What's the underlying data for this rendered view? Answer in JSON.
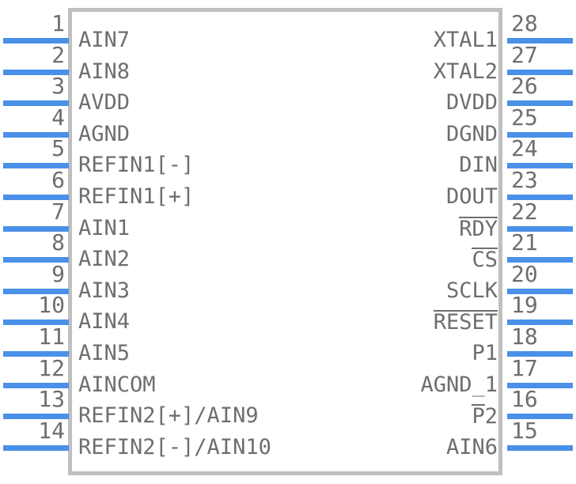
{
  "diagram": {
    "type": "ic-pinout-symbol",
    "package_pin_count": 28,
    "colors": {
      "pin_wire": "#4a90e8",
      "body_outline": "#bfbfbf",
      "text": "#6e6e6e",
      "background": "#ffffff"
    }
  },
  "left_pins": [
    {
      "number": "1",
      "name": "AIN7",
      "overline": ""
    },
    {
      "number": "2",
      "name": "AIN8",
      "overline": ""
    },
    {
      "number": "3",
      "name": "AVDD",
      "overline": ""
    },
    {
      "number": "4",
      "name": "AGND",
      "overline": ""
    },
    {
      "number": "5",
      "name": "REFIN1[-]",
      "overline": ""
    },
    {
      "number": "6",
      "name": "REFIN1[+]",
      "overline": ""
    },
    {
      "number": "7",
      "name": "AIN1",
      "overline": ""
    },
    {
      "number": "8",
      "name": "AIN2",
      "overline": ""
    },
    {
      "number": "9",
      "name": "AIN3",
      "overline": ""
    },
    {
      "number": "10",
      "name": "AIN4",
      "overline": ""
    },
    {
      "number": "11",
      "name": "AIN5",
      "overline": ""
    },
    {
      "number": "12",
      "name": "AINCOM",
      "overline": ""
    },
    {
      "number": "13",
      "name": "REFIN2[+]/AIN9",
      "overline": ""
    },
    {
      "number": "14",
      "name": "REFIN2[-]/AIN10",
      "overline": ""
    }
  ],
  "right_pins": [
    {
      "number": "28",
      "name": "XTAL1",
      "overline": ""
    },
    {
      "number": "27",
      "name": "XTAL2",
      "overline": ""
    },
    {
      "number": "26",
      "name": "DVDD",
      "overline": ""
    },
    {
      "number": "25",
      "name": "DGND",
      "overline": ""
    },
    {
      "number": "24",
      "name": "DIN",
      "overline": ""
    },
    {
      "number": "23",
      "name": "DOUT",
      "overline": ""
    },
    {
      "number": "22",
      "name": "",
      "overline": "RDY"
    },
    {
      "number": "21",
      "name": "",
      "overline": "CS"
    },
    {
      "number": "20",
      "name": "SCLK",
      "overline": ""
    },
    {
      "number": "19",
      "name": "",
      "overline": "RESET"
    },
    {
      "number": "18",
      "name": "P1",
      "overline": ""
    },
    {
      "number": "17",
      "name": "AGND_1",
      "overline": ""
    },
    {
      "number": "16",
      "name": "2",
      "overline": "P"
    },
    {
      "number": "15",
      "name": "AIN6",
      "overline": ""
    }
  ]
}
